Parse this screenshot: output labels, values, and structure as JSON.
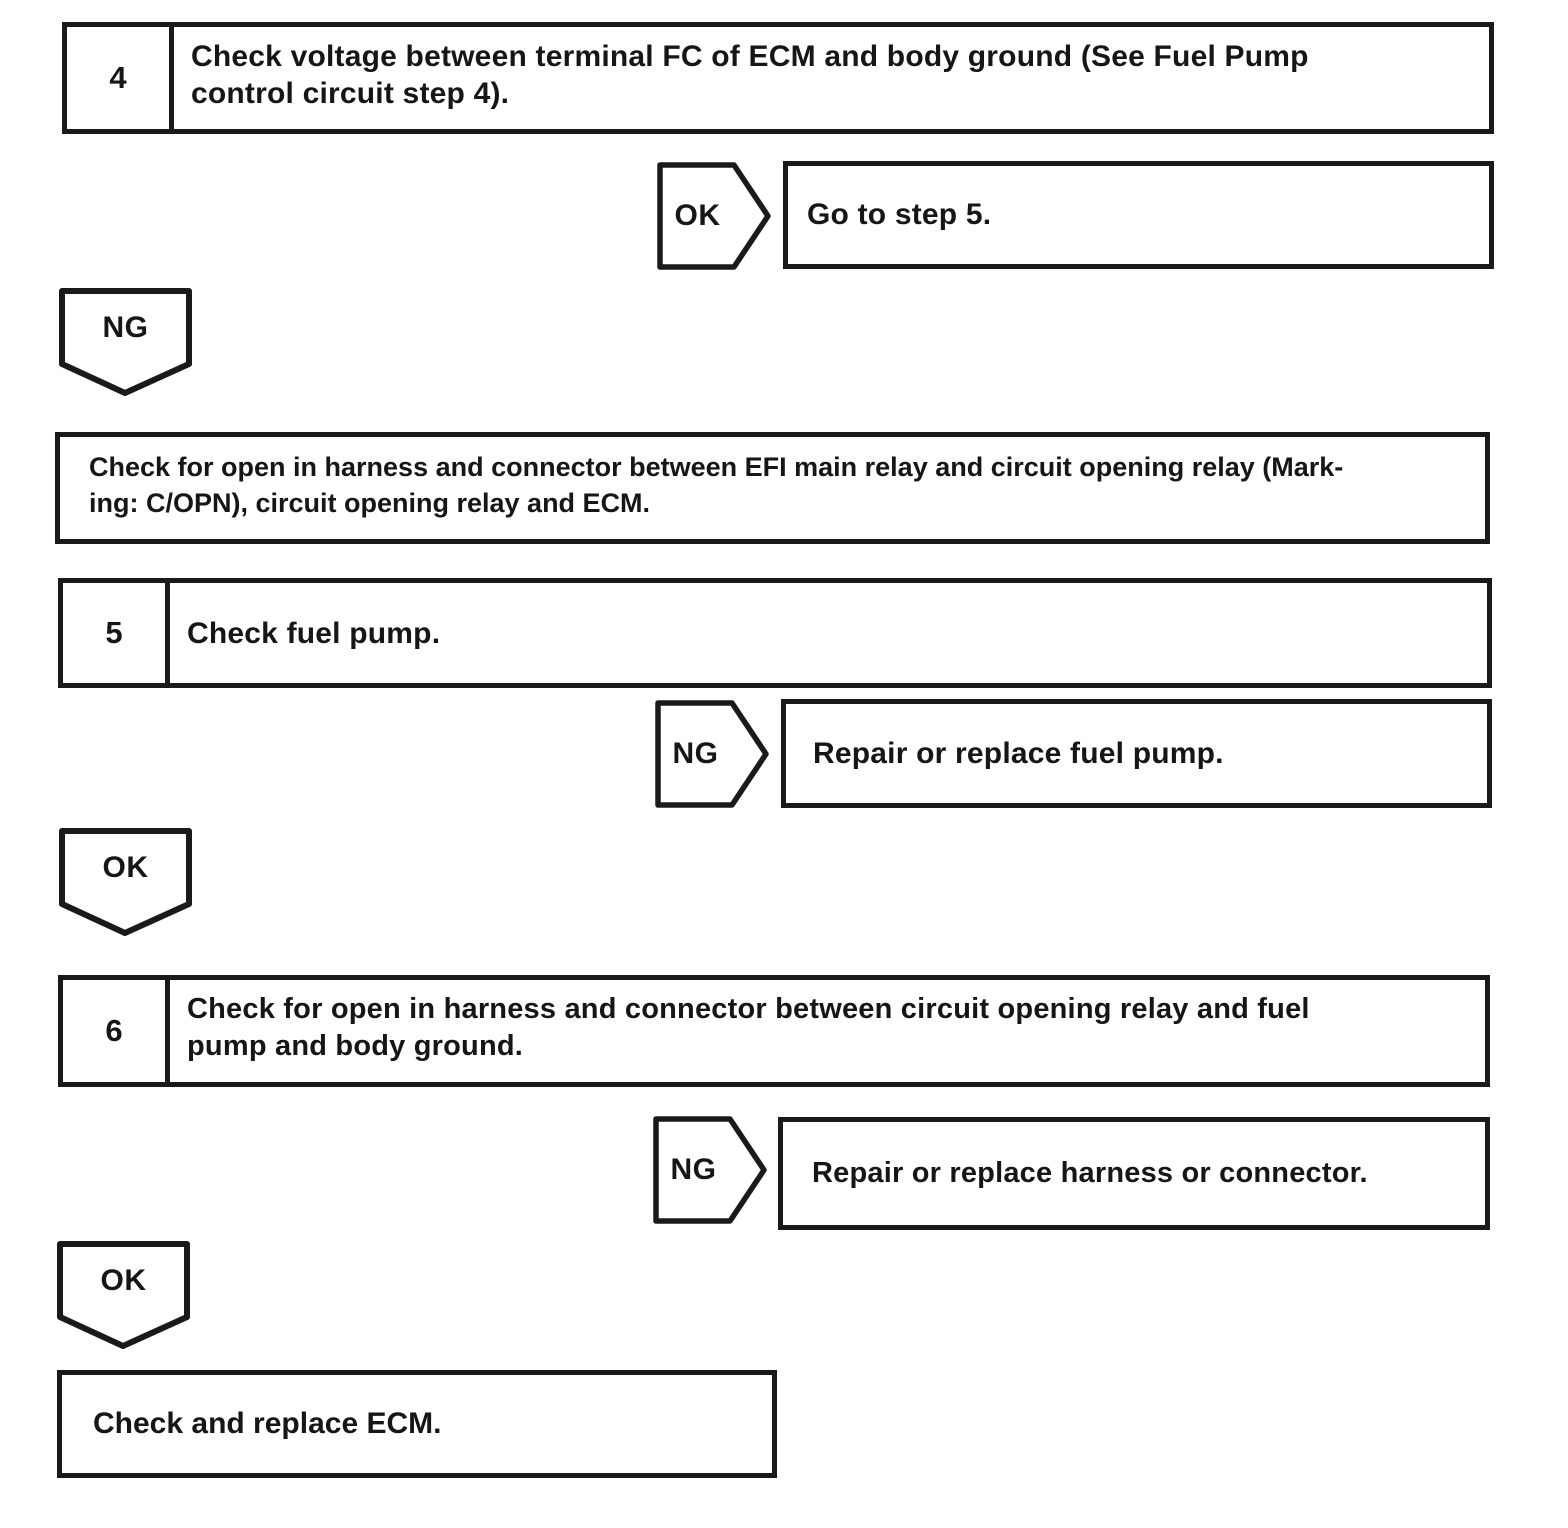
{
  "colors": {
    "ink": "#1a1a1a",
    "paper": "#ffffff"
  },
  "nodes": {
    "step4": {
      "number": "4",
      "line1": "Check voltage between terminal FC of ECM and body ground (See Fuel Pump",
      "line2": "control circuit step 4)."
    },
    "ok1": {
      "label": "OK"
    },
    "result1": {
      "text": "Go to step 5."
    },
    "ng1": {
      "label": "NG"
    },
    "action1": {
      "line1": "Check for open in harness and connector between EFI main relay and circuit opening relay (Mark-",
      "line2": "ing: C/OPN), circuit opening relay and ECM."
    },
    "step5": {
      "number": "5",
      "line1": "Check fuel pump."
    },
    "ng2": {
      "label": "NG"
    },
    "result2": {
      "text": "Repair or replace fuel pump."
    },
    "ok2": {
      "label": "OK"
    },
    "step6": {
      "number": "6",
      "line1": "Check for open in harness and connector between circuit opening relay and fuel",
      "line2": "pump and body ground."
    },
    "ng3": {
      "label": "NG"
    },
    "result3": {
      "text": "Repair or replace harness or connector."
    },
    "ok3": {
      "label": "OK"
    },
    "final": {
      "text": "Check and replace ECM."
    }
  }
}
